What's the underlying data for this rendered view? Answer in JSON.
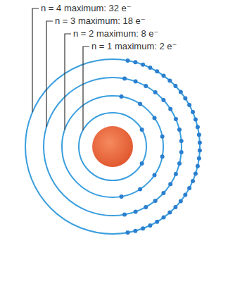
{
  "diagram": {
    "labels": [
      "n = 4 maximum: 32 e⁻",
      "n = 3 maximum: 18 e⁻",
      "n = 2 maximum: 8 e⁻",
      "n = 1 maximum: 2 e⁻"
    ]
  }
}
